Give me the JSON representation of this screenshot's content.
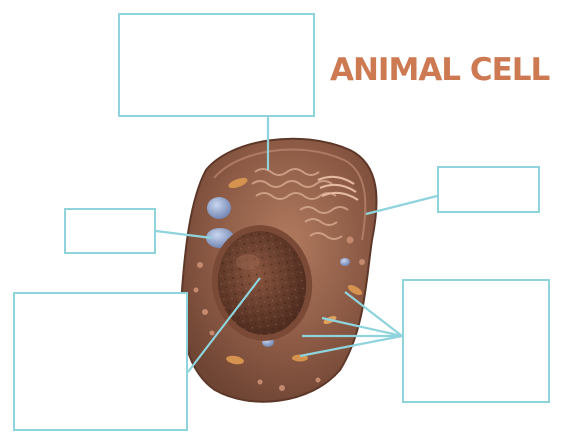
{
  "diagram": {
    "title": "ANIMAL CELL",
    "colors": {
      "title": "#cd7a52",
      "label_box_border": "#8fd3dc",
      "leader_line": "#8fd3dc",
      "cytoplasm": "#8c5a45",
      "nucleus": "#6b3f2c",
      "vacuole": "#8ea2c8"
    },
    "label_boxes": [
      {
        "id": "box-top",
        "text": ""
      },
      {
        "id": "box-right-upper",
        "text": ""
      },
      {
        "id": "box-left-small",
        "text": ""
      },
      {
        "id": "box-left-big",
        "text": ""
      },
      {
        "id": "box-right-big",
        "text": ""
      }
    ]
  }
}
